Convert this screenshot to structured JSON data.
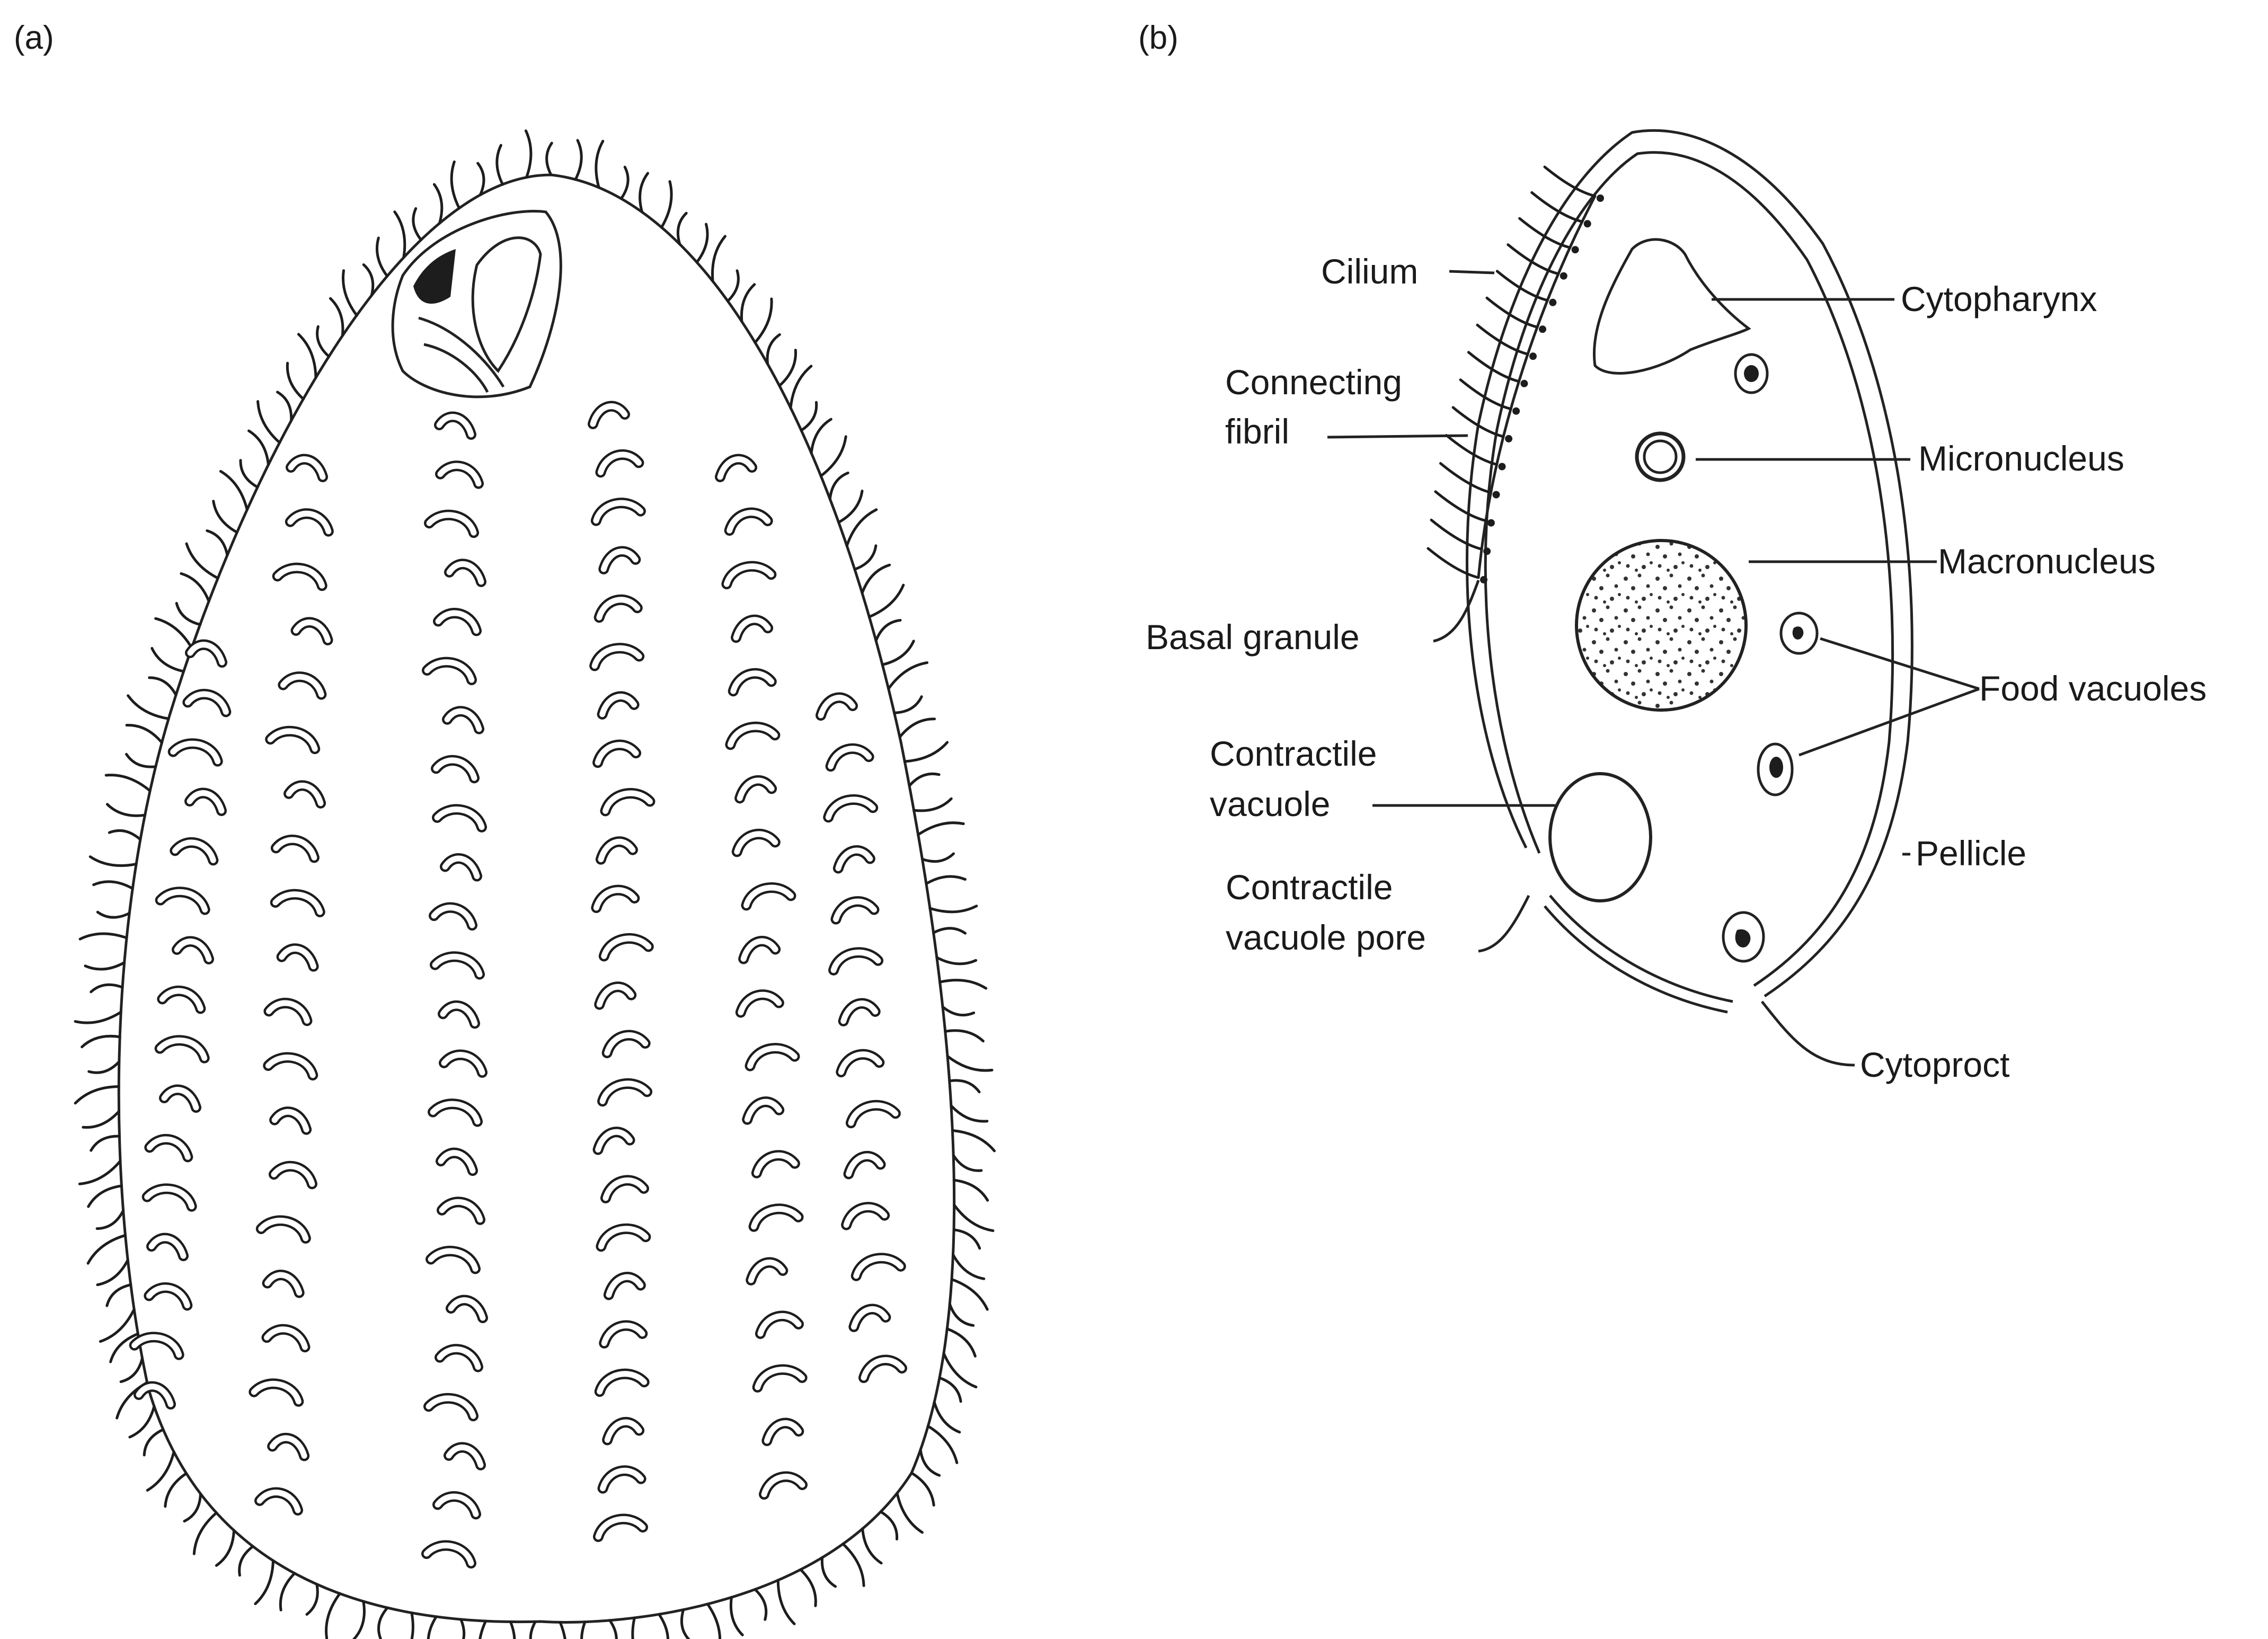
{
  "panels": {
    "a": {
      "label": "(a)"
    },
    "b": {
      "label": "(b)"
    }
  },
  "labels": {
    "cilium": "Cilium",
    "connecting_fibril_1": "Connecting",
    "connecting_fibril_2": "fibril",
    "basal_granule": "Basal granule",
    "contractile_vacuole_1": "Contractile",
    "contractile_vacuole_2": "vacuole",
    "contractile_vacuole_pore_1": "Contractile",
    "contractile_vacuole_pore_2": "vacuole pore",
    "cytopharynx": "Cytopharynx",
    "micronucleus": "Micronucleus",
    "macronucleus": "Macronucleus",
    "food_vacuoles": "Food vacuoles",
    "pellicle": "Pellicle",
    "cytoproct": "Cytoproct"
  },
  "colors": {
    "ink": "#1a1a1a",
    "background": "#ffffff"
  }
}
